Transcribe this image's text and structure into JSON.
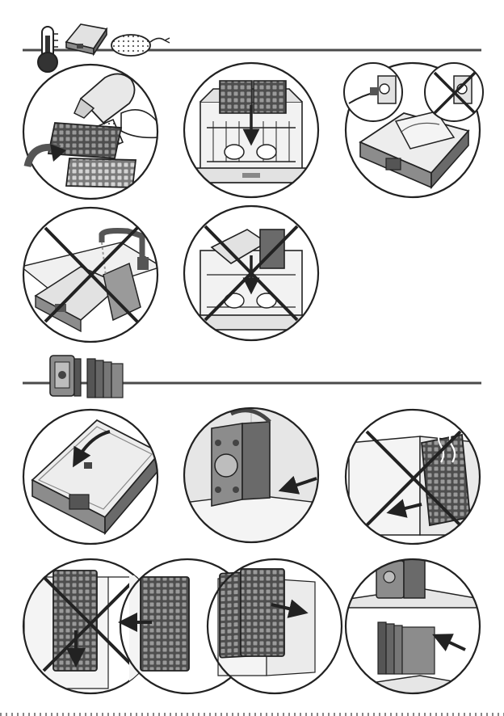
{
  "colors": {
    "ink": "#222222",
    "rule": "#4a4a4a",
    "panel_fill": "#ffffff",
    "plate_dark": "#4e4e4e",
    "plate_mid": "#8c8c8c",
    "plate_light": "#cfcfcf",
    "metal": "#e2e2e2",
    "shade": "#bdbdbd"
  },
  "sections": [
    {
      "id": "cleaning",
      "header_icons": [
        "thermometer-icon",
        "waffle-maker-icon",
        "sponge-icon"
      ],
      "steps": [
        {
          "id": "wash-plates",
          "prohibited": false
        },
        {
          "id": "dishwasher-plates",
          "prohibited": false
        },
        {
          "id": "unplug-and-wipe",
          "prohibited": false
        },
        {
          "id": "no-tap-water",
          "prohibited": true
        },
        {
          "id": "no-dishwasher-appliance",
          "prohibited": true
        }
      ]
    },
    {
      "id": "storage",
      "header_icons": [
        "appliance-upright-icon",
        "plates-stack-icon"
      ],
      "steps": [
        {
          "id": "close-lid",
          "prohibited": false
        },
        {
          "id": "store-upright",
          "prohibited": false
        },
        {
          "id": "no-hot-plate-storage",
          "prohibited": true
        },
        {
          "id": "plate-order",
          "prohibited": true
        },
        {
          "id": "shelf-storage",
          "prohibited": false
        }
      ]
    }
  ]
}
